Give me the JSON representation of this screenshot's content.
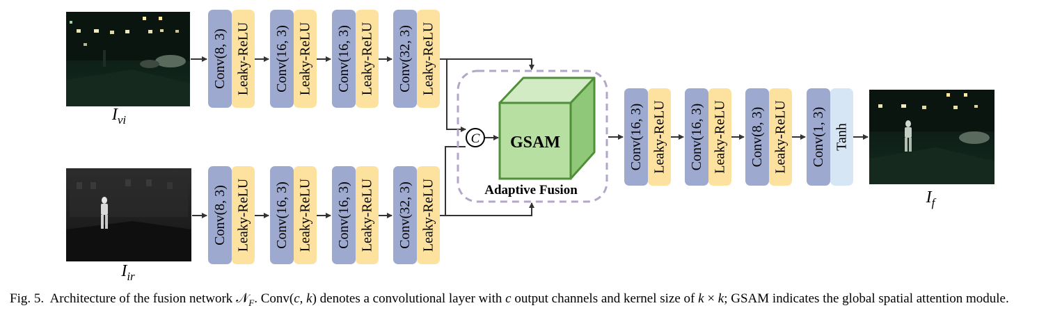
{
  "inputs": {
    "visible_label": "I",
    "visible_sub": "vi",
    "infrared_label": "I",
    "infrared_sub": "ir",
    "fused_label": "I",
    "fused_sub": "f"
  },
  "visible_branch": [
    {
      "conv": "Conv(8, 3)",
      "act": "Leaky-ReLU"
    },
    {
      "conv": "Conv(16, 3)",
      "act": "Leaky-ReLU"
    },
    {
      "conv": "Conv(16, 3)",
      "act": "Leaky-ReLU"
    },
    {
      "conv": "Conv(32, 3)",
      "act": "Leaky-ReLU"
    }
  ],
  "infrared_branch": [
    {
      "conv": "Conv(8, 3)",
      "act": "Leaky-ReLU"
    },
    {
      "conv": "Conv(16, 3)",
      "act": "Leaky-ReLU"
    },
    {
      "conv": "Conv(16, 3)",
      "act": "Leaky-ReLU"
    },
    {
      "conv": "Conv(32, 3)",
      "act": "Leaky-ReLU"
    }
  ],
  "fusion": {
    "concat_symbol": "C",
    "module_label": "GSAM",
    "region_label": "Adaptive Fusion"
  },
  "decoder": [
    {
      "conv": "Conv(16, 3)",
      "act": "Leaky-ReLU"
    },
    {
      "conv": "Conv(16, 3)",
      "act": "Leaky-ReLU"
    },
    {
      "conv": "Conv(8, 3)",
      "act": "Leaky-ReLU"
    },
    {
      "conv": "Conv(1, 3)",
      "act": "Tanh"
    }
  ],
  "colors": {
    "conv": "#9ea9cf",
    "leaky": "#fce29e",
    "tanh": "#d6e6f4",
    "cube_front": "#b7dfa1",
    "cube_top": "#d3ebc5",
    "cube_side": "#8fc878",
    "cube_edge": "#4e8f37",
    "dashed": "#b3a6c8",
    "arrow": "#333333"
  },
  "caption": {
    "fig": "Fig. 5.",
    "text1": "Architecture of the fusion network",
    "sym_N": "𝒩",
    "sym_F": "F",
    "text2": ". Conv(",
    "c": "c",
    "comma": ", ",
    "k": "k",
    "text3": ") denotes a convolutional layer with",
    "text4": "output channels and kernel size of",
    "k2": "k",
    "times": " × ",
    "k3": "k",
    "text5": "; GSAM indicates the global spatial attention module."
  }
}
